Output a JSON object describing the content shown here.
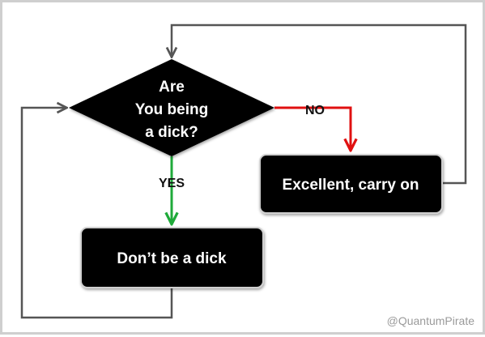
{
  "diagram": {
    "decision": {
      "lines": [
        "Are",
        "You being",
        "a dick?"
      ]
    },
    "yes_label": "YES",
    "no_label": "NO",
    "excellent_box": "Excellent, carry on",
    "dont_box": "Don’t be a dick",
    "watermark": "@QuantumPirate"
  },
  "colors": {
    "node_fill": "#000000",
    "node_text": "#ffffff",
    "yes_arrow": "#1faa3a",
    "no_arrow": "#e01010",
    "loop_line": "#555555",
    "border": "#cfcfcf"
  }
}
